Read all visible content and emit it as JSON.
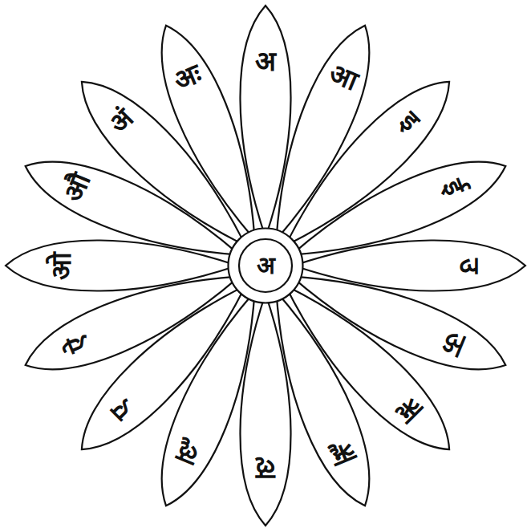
{
  "diagram": {
    "nodes": [
      {
        "text": [
          "अ"
        ]
      },
      {
        "text": [
          "अ"
        ]
      },
      {
        "text": [
          "आ"
        ]
      },
      {
        "text": [
          "इ"
        ]
      },
      {
        "text": [
          "ई"
        ]
      },
      {
        "text": [
          "उ"
        ]
      },
      {
        "text": [
          "ऊ"
        ]
      },
      {
        "text": [
          "ऋ"
        ]
      },
      {
        "text": [
          "ॠ"
        ]
      },
      {
        "text": [
          "ऌ"
        ]
      },
      {
        "text": [
          "ॡ"
        ]
      },
      {
        "text": [
          "ए"
        ]
      },
      {
        "text": [
          "ऐ"
        ]
      },
      {
        "text": [
          "ओ"
        ]
      },
      {
        "text": [
          "औ"
        ]
      },
      {
        "text": [
          "अं"
        ]
      },
      {
        "text": [
          "अः"
        ]
      }
    ]
  }
}
